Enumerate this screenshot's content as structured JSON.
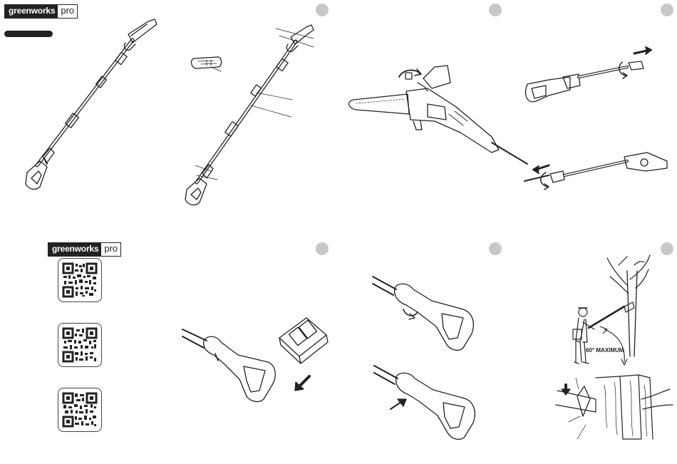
{
  "header_logo": {
    "brand": "greenworks",
    "suffix": "pro"
  },
  "qr_logo": {
    "brand": "greenworks",
    "suffix": "pro"
  },
  "panels": {
    "felling": {
      "angle_label": "60° MAXIMUM"
    }
  },
  "icons": [
    "step-badge",
    "qr-code",
    "arrow-icon",
    "rotate-arrow-icon",
    "battery-icon"
  ],
  "colors": {
    "ink": "#222222",
    "badge": "#c8c8c8",
    "paper": "#ffffff"
  }
}
